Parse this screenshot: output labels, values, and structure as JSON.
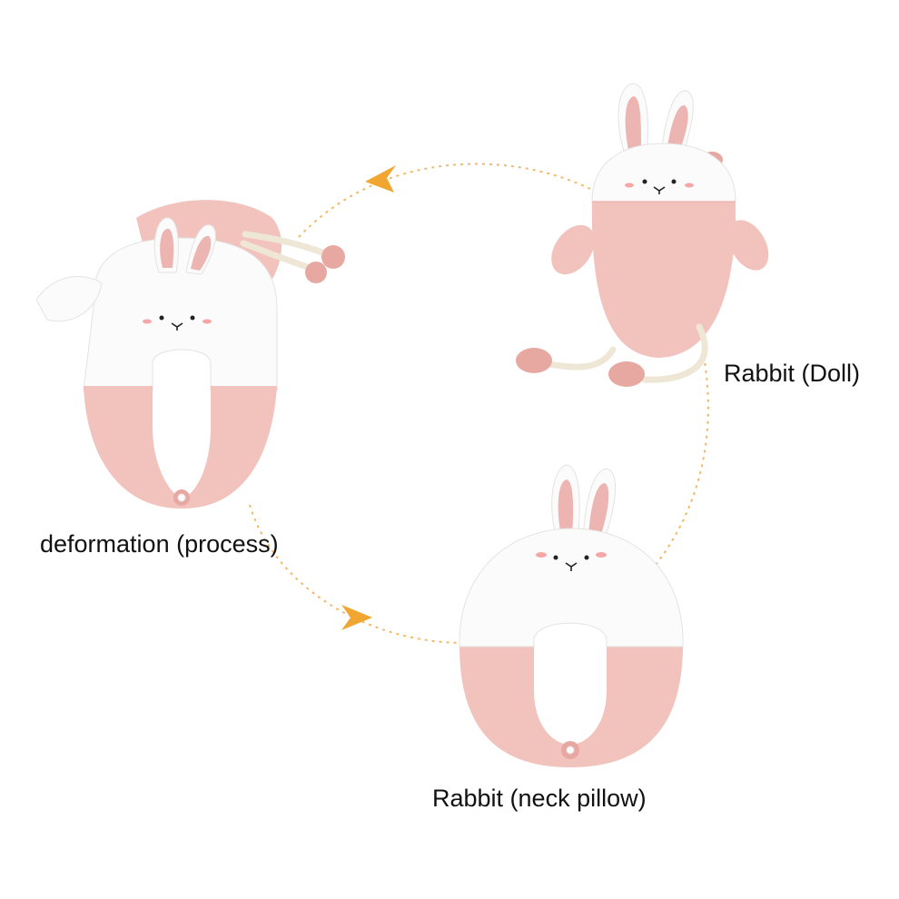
{
  "labels": {
    "doll": "Rabbit (Doll)",
    "process": "deformation (process)",
    "pillow": "Rabbit (neck pillow)"
  },
  "colors": {
    "pink": "#f2c2bd",
    "pink_dark": "#e8a8a2",
    "white": "#fbfbfb",
    "ear_inner": "#ecb5b2",
    "blush": "#f5a7a7",
    "face": "#222222",
    "cord": "#efe7d6",
    "arrow": "#f1a632",
    "dash": "#f3b96a"
  },
  "nodes": [
    {
      "id": "doll",
      "icon": "rabbit-doll"
    },
    {
      "id": "process",
      "icon": "rabbit-deforming-pillow"
    },
    {
      "id": "pillow",
      "icon": "rabbit-neck-pillow"
    }
  ],
  "arrows": [
    {
      "from": "doll",
      "to": "process",
      "icon": "arrow-head"
    },
    {
      "from": "process",
      "to": "pillow",
      "icon": "arrow-head"
    }
  ]
}
